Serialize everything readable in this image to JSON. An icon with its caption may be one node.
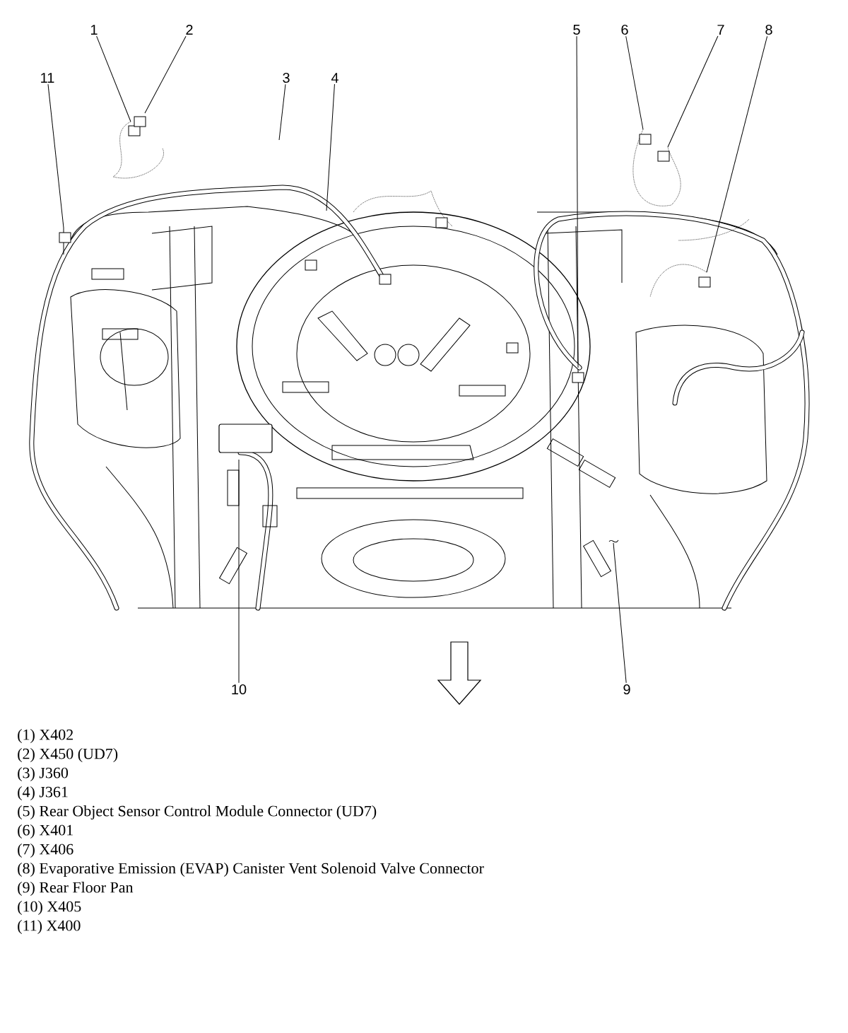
{
  "diagram": {
    "nodes": [
      {
        "text": [
          "1"
        ]
      },
      {
        "text": [
          "2"
        ]
      },
      {
        "text": [
          "3"
        ]
      },
      {
        "text": [
          "4"
        ]
      },
      {
        "text": [
          "5"
        ]
      },
      {
        "text": [
          "6"
        ]
      },
      {
        "text": [
          "7"
        ]
      },
      {
        "text": [
          "8"
        ]
      },
      {
        "text": [
          "9"
        ]
      },
      {
        "text": [
          "10"
        ]
      },
      {
        "text": [
          "11"
        ]
      }
    ],
    "edges": [
      {
        "from": 0,
        "to": null,
        "arrow": "none"
      },
      {
        "from": 1,
        "to": null,
        "arrow": "none"
      },
      {
        "from": 2,
        "to": null,
        "arrow": "none"
      },
      {
        "from": 3,
        "to": null,
        "arrow": "none"
      },
      {
        "from": 4,
        "to": null,
        "arrow": "none"
      },
      {
        "from": 5,
        "to": null,
        "arrow": "none"
      },
      {
        "from": 6,
        "to": null,
        "arrow": "none"
      },
      {
        "from": 7,
        "to": null,
        "arrow": "none"
      },
      {
        "from": 8,
        "to": null,
        "arrow": "none"
      },
      {
        "from": 9,
        "to": null,
        "arrow": "none"
      },
      {
        "from": 10,
        "to": null,
        "arrow": "none"
      }
    ],
    "labels": [
      "(1) X402",
      "(2) X450 (UD7)",
      "(3) J360",
      "(4) J361",
      "(5) Rear Object Sensor Control Module Connector (UD7)",
      "(6) X401",
      "(7) X406",
      "(8) Evaporative Emission (EVAP) Canister Vent Solenoid Valve Connector",
      "(9) Rear Floor Pan",
      "(10) X405",
      "(11) X400"
    ]
  }
}
